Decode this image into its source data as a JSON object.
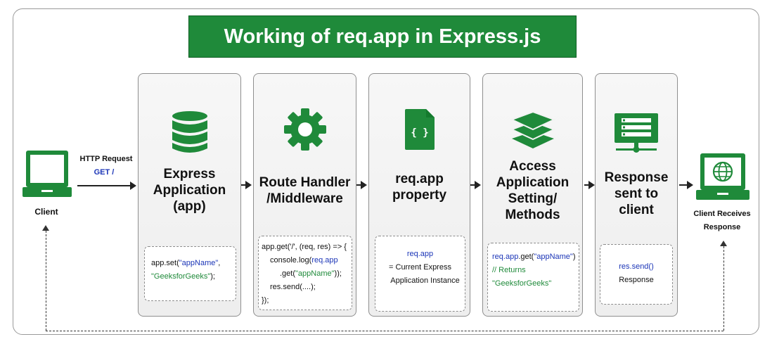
{
  "title": "Working of req.app in Express.js",
  "client": {
    "label": "Client",
    "request_label": "HTTP Request",
    "request_method": "GET /"
  },
  "stages": [
    {
      "icon": "database-icon",
      "label_lines": [
        "Express",
        "Application",
        "(app)"
      ],
      "code_lines": [
        [
          {
            "t": "app.set(",
            "c": ""
          },
          {
            "t": "\"appName\"",
            "c": "blue"
          },
          {
            "t": ",",
            "c": ""
          }
        ],
        [
          {
            "t": "\"GeeksforGeeks\"",
            "c": "green"
          },
          {
            "t": ");",
            "c": ""
          }
        ]
      ]
    },
    {
      "icon": "gear-icon",
      "label_lines": [
        "Route Handler",
        "/Middleware"
      ],
      "code_lines": [
        [
          {
            "t": "app.get('/', (req, res) => {",
            "c": ""
          }
        ],
        [
          {
            "t": "console.log(",
            "c": ""
          },
          {
            "t": "req.app",
            "c": "blue"
          }
        ],
        [
          {
            "t": ".get(",
            "c": ""
          },
          {
            "t": "\"appName\"",
            "c": "green"
          },
          {
            "t": "));",
            "c": ""
          }
        ],
        [
          {
            "t": "res.send(....);",
            "c": ""
          }
        ],
        [
          {
            "t": "});",
            "c": ""
          }
        ]
      ]
    },
    {
      "icon": "json-file-icon",
      "label_lines": [
        "req.app",
        "property"
      ],
      "code_lines": [
        [
          {
            "t": "req.app",
            "c": "blue"
          }
        ],
        [
          {
            "t": "= Current Express",
            "c": ""
          }
        ],
        [
          {
            "t": "Application Instance",
            "c": ""
          }
        ]
      ]
    },
    {
      "icon": "layers-icon",
      "label_lines": [
        "Access",
        "Application",
        "Setting/",
        "Methods"
      ],
      "code_lines": [
        [
          {
            "t": "req.app",
            "c": "blue"
          },
          {
            "t": ".get(",
            "c": ""
          },
          {
            "t": "\"appName\"",
            "c": "blue"
          },
          {
            "t": ")",
            "c": ""
          }
        ],
        [
          {
            "t": "// Returns",
            "c": "green"
          }
        ],
        [
          {
            "t": "\"GeeksforGeeks\"",
            "c": "green"
          }
        ]
      ]
    },
    {
      "icon": "server-monitor-icon",
      "label_lines": [
        "Response",
        "sent to client"
      ],
      "code_lines": [
        [
          {
            "t": "res.send()",
            "c": "blue"
          }
        ],
        [
          {
            "t": "Response",
            "c": ""
          }
        ]
      ]
    }
  ],
  "receiver": {
    "label_lines": [
      "Client Receives",
      "Response"
    ]
  },
  "colors": {
    "accent": "#1f8a3a",
    "code_blue": "#1b35b7"
  }
}
